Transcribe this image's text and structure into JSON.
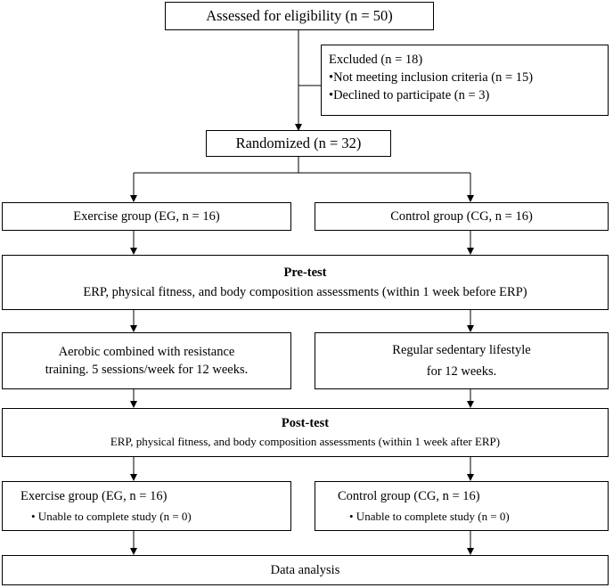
{
  "assessed": "Assessed  for eligibility  (n = 50)",
  "excluded": {
    "title": "Excluded (n = 18)",
    "items": [
      "•Not meeting  inclusion criteria  (n = 15)",
      "•Declined  to participate  (n = 3)"
    ]
  },
  "randomized": "Randomized  (n = 32)",
  "groups": {
    "eg": "Exercise group  (EG, n = 16)",
    "cg": "Control group  (CG, n = 16)"
  },
  "pretest": {
    "title": "Pre-test",
    "text": "ERP, physical  fitness, and body composition assessments  (within 1 week before ERP)"
  },
  "interventions": {
    "eg": [
      "Aerobic combined with resistance",
      "training. 5 sessions/week  for 12 weeks."
    ],
    "cg": [
      "Regular sedentary  lifestyle",
      "for 12 weeks."
    ]
  },
  "posttest": {
    "title": "Post-test",
    "text": "ERP, physical fitness, and body composition assessments (within 1 week after ERP)"
  },
  "final": {
    "eg": {
      "title": "Exercise group  (EG, n = 16)",
      "note": "• Unable to complete study (n = 0)"
    },
    "cg": {
      "title": "Control group  (CG, n = 16)",
      "note": "• Unable to complete study (n = 0)"
    }
  },
  "analysis": "Data analysis"
}
